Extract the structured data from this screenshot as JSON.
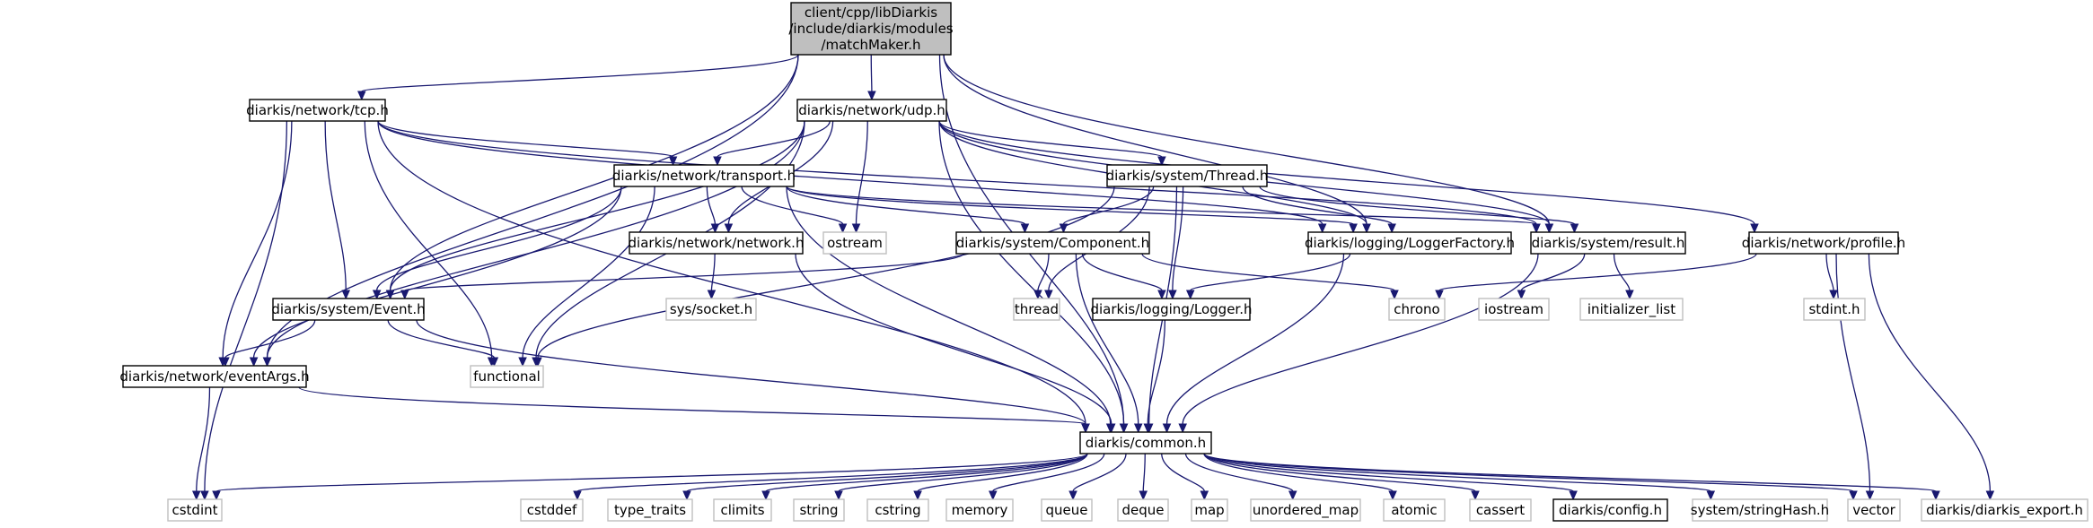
{
  "graph": {
    "title": "",
    "colors": {
      "edge": "#191970",
      "root_fill": "#bfbfbf",
      "root_stroke": "#000000",
      "local_fill": "#ffffff",
      "local_stroke": "#000000",
      "external_fill": "#ffffff",
      "external_stroke": "#bfbfbf",
      "external_text": "#404040"
    },
    "nodes": [
      {
        "id": "root",
        "kind": "root",
        "lines": [
          "client/cpp/libDiarkis",
          "/include/diarkis/modules",
          "/matchMaker.h"
        ]
      },
      {
        "id": "tcp",
        "kind": "local",
        "lines": [
          "diarkis/network/tcp.h"
        ]
      },
      {
        "id": "udp",
        "kind": "local",
        "lines": [
          "diarkis/network/udp.h"
        ]
      },
      {
        "id": "transport",
        "kind": "local",
        "lines": [
          "diarkis/network/transport.h"
        ]
      },
      {
        "id": "thread",
        "kind": "local",
        "lines": [
          "diarkis/system/Thread.h"
        ]
      },
      {
        "id": "network",
        "kind": "local",
        "lines": [
          "diarkis/network/network.h"
        ]
      },
      {
        "id": "ostream",
        "kind": "external",
        "lines": [
          "ostream"
        ]
      },
      {
        "id": "component",
        "kind": "local",
        "lines": [
          "diarkis/system/Component.h"
        ]
      },
      {
        "id": "loggerfactory",
        "kind": "local",
        "lines": [
          "diarkis/logging/LoggerFactory.h"
        ]
      },
      {
        "id": "result",
        "kind": "local",
        "lines": [
          "diarkis/system/result.h"
        ]
      },
      {
        "id": "profile",
        "kind": "local",
        "lines": [
          "diarkis/network/profile.h"
        ]
      },
      {
        "id": "event",
        "kind": "local",
        "lines": [
          "diarkis/system/Event.h"
        ]
      },
      {
        "id": "syssocket",
        "kind": "external",
        "lines": [
          "sys/socket.h"
        ]
      },
      {
        "id": "threadstd",
        "kind": "external",
        "lines": [
          "thread"
        ]
      },
      {
        "id": "logger",
        "kind": "local",
        "lines": [
          "diarkis/logging/Logger.h"
        ]
      },
      {
        "id": "chrono",
        "kind": "external",
        "lines": [
          "chrono"
        ]
      },
      {
        "id": "iostream",
        "kind": "external",
        "lines": [
          "iostream"
        ]
      },
      {
        "id": "initlist",
        "kind": "external",
        "lines": [
          "initializer_list"
        ]
      },
      {
        "id": "stdinth",
        "kind": "external",
        "lines": [
          "stdint.h"
        ]
      },
      {
        "id": "eventargs",
        "kind": "local",
        "lines": [
          "diarkis/network/eventArgs.h"
        ]
      },
      {
        "id": "functional",
        "kind": "external",
        "lines": [
          "functional"
        ]
      },
      {
        "id": "common",
        "kind": "local",
        "lines": [
          "diarkis/common.h"
        ]
      },
      {
        "id": "cstdint",
        "kind": "external",
        "lines": [
          "cstdint"
        ]
      },
      {
        "id": "cstddef",
        "kind": "external",
        "lines": [
          "cstddef"
        ]
      },
      {
        "id": "typetraits",
        "kind": "external",
        "lines": [
          "type_traits"
        ]
      },
      {
        "id": "climits",
        "kind": "external",
        "lines": [
          "climits"
        ]
      },
      {
        "id": "string",
        "kind": "external",
        "lines": [
          "string"
        ]
      },
      {
        "id": "cstring",
        "kind": "external",
        "lines": [
          "cstring"
        ]
      },
      {
        "id": "memory",
        "kind": "external",
        "lines": [
          "memory"
        ]
      },
      {
        "id": "queue",
        "kind": "external",
        "lines": [
          "queue"
        ]
      },
      {
        "id": "deque",
        "kind": "external",
        "lines": [
          "deque"
        ]
      },
      {
        "id": "map",
        "kind": "external",
        "lines": [
          "map"
        ]
      },
      {
        "id": "unorderedmap",
        "kind": "external",
        "lines": [
          "unordered_map"
        ]
      },
      {
        "id": "atomic",
        "kind": "external",
        "lines": [
          "atomic"
        ]
      },
      {
        "id": "cassert",
        "kind": "external",
        "lines": [
          "cassert"
        ]
      },
      {
        "id": "config",
        "kind": "local",
        "lines": [
          "diarkis/config.h"
        ]
      },
      {
        "id": "stringhash",
        "kind": "external",
        "lines": [
          "system/stringHash.h"
        ]
      },
      {
        "id": "vector",
        "kind": "external",
        "lines": [
          "vector"
        ]
      },
      {
        "id": "diarkisexport",
        "kind": "external",
        "lines": [
          "diarkis/diarkis_export.h"
        ]
      }
    ],
    "edges": [
      [
        "root",
        "tcp"
      ],
      [
        "root",
        "udp"
      ],
      [
        "root",
        "event"
      ],
      [
        "root",
        "eventargs"
      ],
      [
        "root",
        "loggerfactory"
      ],
      [
        "root",
        "result"
      ],
      [
        "root",
        "common"
      ],
      [
        "tcp",
        "cstdint"
      ],
      [
        "tcp",
        "transport"
      ],
      [
        "tcp",
        "event"
      ],
      [
        "tcp",
        "eventargs"
      ],
      [
        "tcp",
        "functional"
      ],
      [
        "tcp",
        "common"
      ],
      [
        "tcp",
        "loggerfactory"
      ],
      [
        "tcp",
        "result"
      ],
      [
        "udp",
        "transport"
      ],
      [
        "udp",
        "thread"
      ],
      [
        "udp",
        "network"
      ],
      [
        "udp",
        "ostream"
      ],
      [
        "udp",
        "event"
      ],
      [
        "udp",
        "eventargs"
      ],
      [
        "udp",
        "functional"
      ],
      [
        "udp",
        "loggerfactory"
      ],
      [
        "udp",
        "result"
      ],
      [
        "udp",
        "profile"
      ],
      [
        "udp",
        "common"
      ],
      [
        "transport",
        "network"
      ],
      [
        "transport",
        "ostream"
      ],
      [
        "transport",
        "component"
      ],
      [
        "transport",
        "loggerfactory"
      ],
      [
        "transport",
        "result"
      ],
      [
        "transport",
        "event"
      ],
      [
        "transport",
        "eventargs"
      ],
      [
        "transport",
        "functional"
      ],
      [
        "transport",
        "common"
      ],
      [
        "thread",
        "component"
      ],
      [
        "thread",
        "loggerfactory"
      ],
      [
        "thread",
        "result"
      ],
      [
        "thread",
        "threadstd"
      ],
      [
        "thread",
        "logger"
      ],
      [
        "thread",
        "common"
      ],
      [
        "thread",
        "functional"
      ],
      [
        "network",
        "syssocket"
      ],
      [
        "network",
        "common"
      ],
      [
        "component",
        "event"
      ],
      [
        "component",
        "threadstd"
      ],
      [
        "component",
        "logger"
      ],
      [
        "component",
        "chrono"
      ],
      [
        "component",
        "common"
      ],
      [
        "loggerfactory",
        "logger"
      ],
      [
        "loggerfactory",
        "common"
      ],
      [
        "result",
        "iostream"
      ],
      [
        "result",
        "initlist"
      ],
      [
        "result",
        "common"
      ],
      [
        "profile",
        "chrono"
      ],
      [
        "profile",
        "stdinth"
      ],
      [
        "profile",
        "vector"
      ],
      [
        "profile",
        "diarkisexport"
      ],
      [
        "event",
        "eventargs"
      ],
      [
        "event",
        "functional"
      ],
      [
        "event",
        "common"
      ],
      [
        "logger",
        "common"
      ],
      [
        "eventargs",
        "cstdint"
      ],
      [
        "eventargs",
        "common"
      ],
      [
        "common",
        "cstdint"
      ],
      [
        "common",
        "cstddef"
      ],
      [
        "common",
        "typetraits"
      ],
      [
        "common",
        "climits"
      ],
      [
        "common",
        "string"
      ],
      [
        "common",
        "cstring"
      ],
      [
        "common",
        "memory"
      ],
      [
        "common",
        "queue"
      ],
      [
        "common",
        "deque"
      ],
      [
        "common",
        "map"
      ],
      [
        "common",
        "unorderedmap"
      ],
      [
        "common",
        "atomic"
      ],
      [
        "common",
        "cassert"
      ],
      [
        "common",
        "config"
      ],
      [
        "common",
        "stringhash"
      ],
      [
        "common",
        "vector"
      ],
      [
        "common",
        "diarkisexport"
      ]
    ]
  }
}
